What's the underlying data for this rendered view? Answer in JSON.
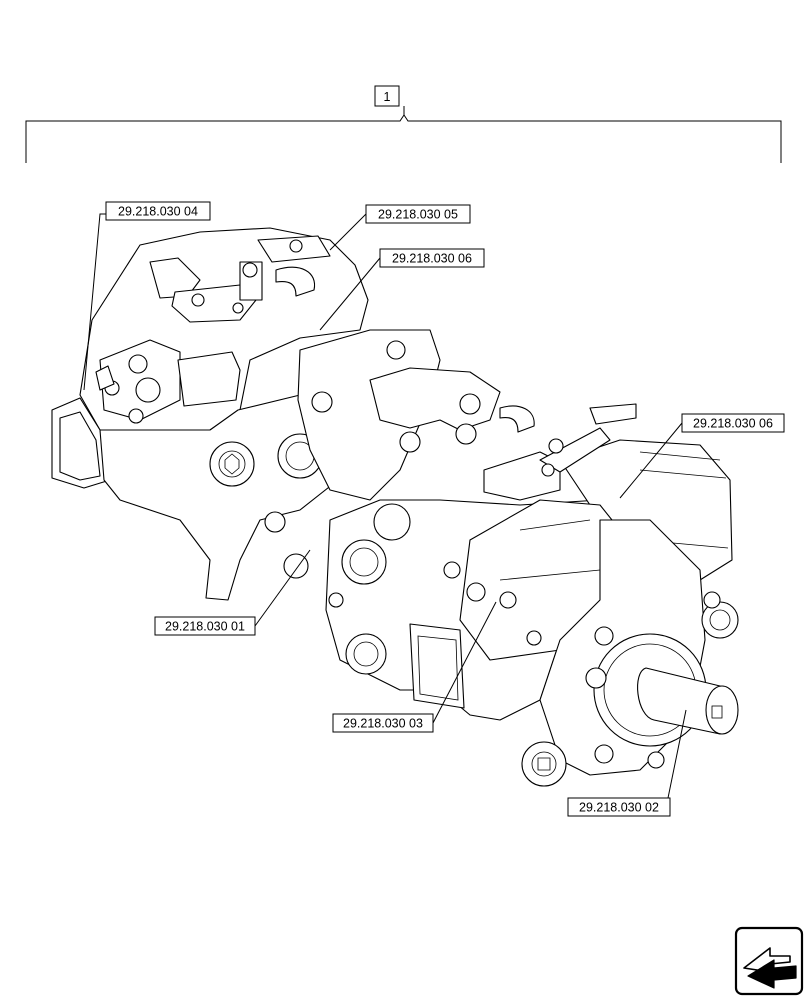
{
  "assembly": {
    "item_number": "1"
  },
  "callouts": [
    {
      "id": "c04",
      "label": "29.218.030 04"
    },
    {
      "id": "c05",
      "label": "29.218.030 05"
    },
    {
      "id": "c06a",
      "label": "29.218.030 06"
    },
    {
      "id": "c06b",
      "label": "29.218.030 06"
    },
    {
      "id": "c01",
      "label": "29.218.030 01"
    },
    {
      "id": "c03",
      "label": "29.218.030 03"
    },
    {
      "id": "c02",
      "label": "29.218.030 02"
    }
  ],
  "nav": {
    "icon": "next-page-arrow-icon"
  }
}
